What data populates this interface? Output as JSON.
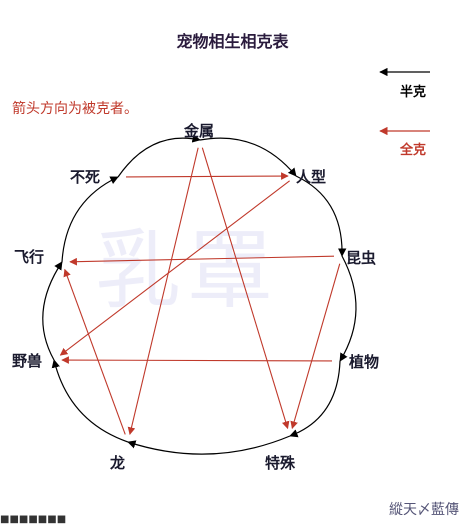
{
  "title": "宠物相生相克表",
  "note": "箭头方向为被克者。",
  "legend": {
    "half": {
      "label": "半克",
      "color": "#000000"
    },
    "full": {
      "label": "全克",
      "color": "#c0392b"
    }
  },
  "watermark": "乳罩",
  "signature": "縱天〆藍傳",
  "bottom_fragment": "■■■■■■■",
  "nodes": [
    {
      "id": "jinshu",
      "label": "金属"
    },
    {
      "id": "renxing",
      "label": "人型"
    },
    {
      "id": "kunchong",
      "label": "昆虫"
    },
    {
      "id": "zhiwu",
      "label": "植物"
    },
    {
      "id": "teshu",
      "label": "特殊"
    },
    {
      "id": "long",
      "label": "龙"
    },
    {
      "id": "yeshou",
      "label": "野兽"
    },
    {
      "id": "feixing",
      "label": "飞行"
    },
    {
      "id": "busi",
      "label": "不死"
    }
  ],
  "half_cycle": [
    "jinshu",
    "renxing",
    "kunchong",
    "zhiwu",
    "teshu",
    "long",
    "yeshou",
    "feixing",
    "busi",
    "jinshu"
  ],
  "full_edges": [
    {
      "from": "jinshu",
      "to": "long"
    },
    {
      "from": "jinshu",
      "to": "teshu"
    },
    {
      "from": "busi",
      "to": "renxing"
    },
    {
      "from": "renxing",
      "to": "yeshou"
    },
    {
      "from": "kunchong",
      "to": "feixing"
    },
    {
      "from": "zhiwu",
      "to": "yeshou"
    },
    {
      "from": "kunchong",
      "to": "teshu"
    },
    {
      "from": "long",
      "to": "feixing"
    }
  ],
  "colors": {
    "full": "#c0392b",
    "half": "#000000"
  }
}
